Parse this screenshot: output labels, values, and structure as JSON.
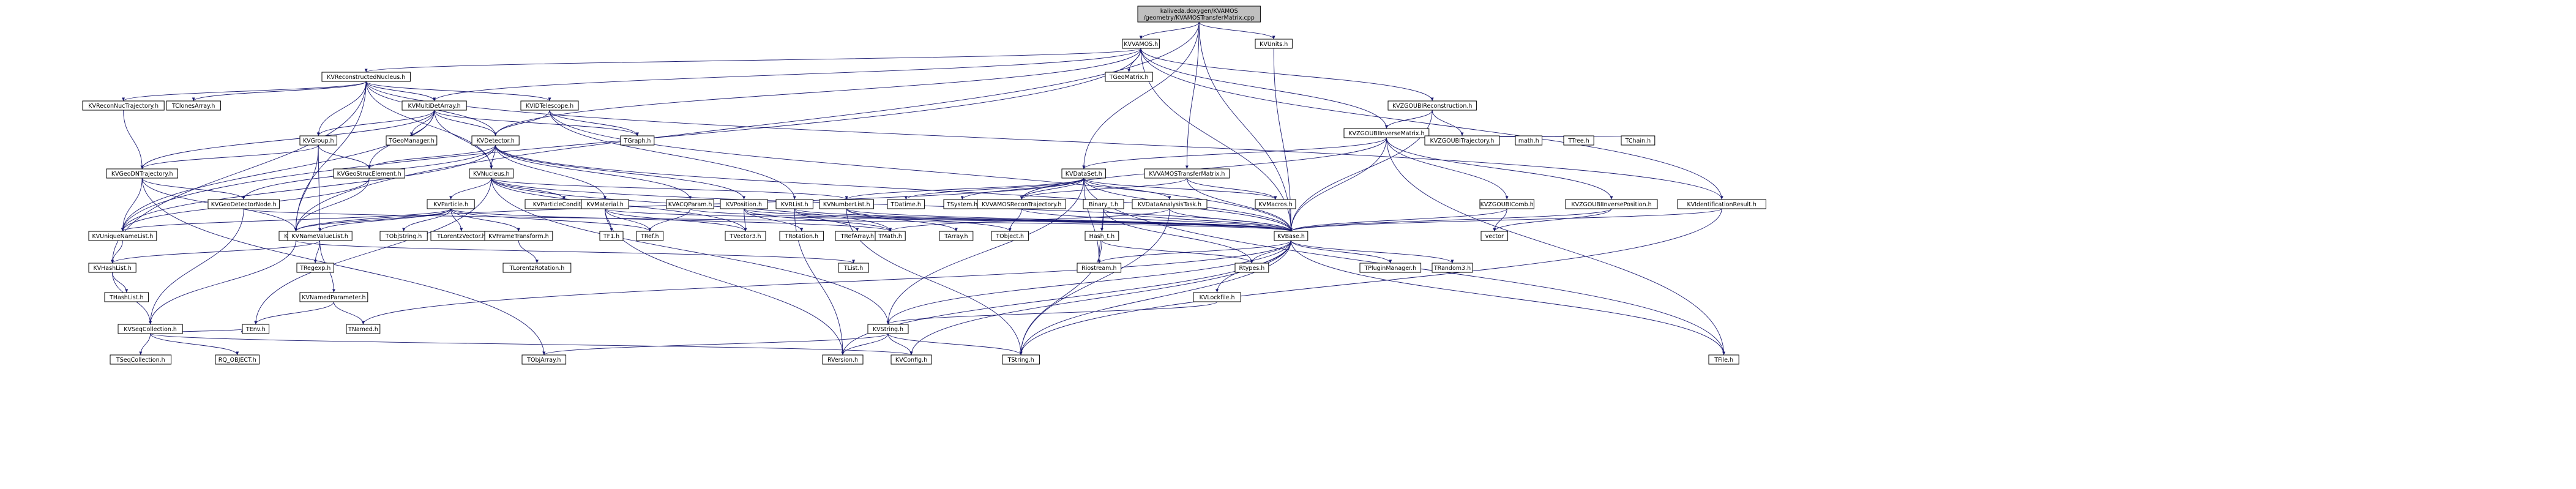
{
  "diagram": {
    "root": "kaliveda.doxygen/KVAMOS/geometry/KVAMOSTransferMatrix.cpp",
    "colors": {
      "edge": "#191970",
      "root_fill": "#bfbfbf",
      "node_fill": "#ffffff",
      "gray_text": "#6e6e6e"
    },
    "nodes": {
      "root": {
        "lines": [
          "kaliveda.doxygen/KVAMOS",
          "/geometry/KVAMOSTransferMatrix.cpp"
        ]
      },
      "kvamos": {
        "label": "KVVAMOS.h"
      },
      "kvunits": {
        "label": "KVUnits.h"
      },
      "recnuc": {
        "label": "KVReconstructedNucleus.h"
      },
      "tgeomatrix": {
        "label": "TGeoMatrix.h"
      },
      "zgrec": {
        "label": "KVZGOUBIReconstruction.h"
      },
      "recnuctraj": {
        "label": "KVReconNucTrajectory.h"
      },
      "tclones": {
        "label": "TClonesArray.h"
      },
      "multidet": {
        "label": "KVMultiDetArray.h"
      },
      "idtel": {
        "label": "KVIDTelescope.h"
      },
      "zginv": {
        "label": "KVZGOUBIInverseMatrix.h"
      },
      "kvgroup": {
        "label": "KVGroup.h"
      },
      "tgeomanager": {
        "label": "TGeoManager.h"
      },
      "kvdetector": {
        "label": "KVDetector.h"
      },
      "tgraph": {
        "label": "TGraph.h"
      },
      "mathh": {
        "label": "math.h"
      },
      "ttree": {
        "label": "TTree.h"
      },
      "tchain": {
        "label": "TChain.h"
      },
      "zgtraj": {
        "label": "KVZGOUBITrajectory.h"
      },
      "dataset": {
        "label": "KVDataSet.h"
      },
      "vtransfer": {
        "label": "KVVAMOSTransferMatrix.h"
      },
      "geontraj": {
        "label": "KVGeoDNTrajectory.h"
      },
      "geostruct": {
        "label": "KVGeoStrucElement.h"
      },
      "kvnucleus": {
        "label": "KVNucleus.h"
      },
      "geodetnode": {
        "label": "KVGeoDetectorNode.h"
      },
      "kvparticle": {
        "label": "KVParticle.h"
      },
      "partcond": {
        "label": "KVParticleCondition.h"
      },
      "material": {
        "label": "KVMaterial.h"
      },
      "acqparam": {
        "label": "KVACQParam.h"
      },
      "kvposition": {
        "label": "KVPosition.h"
      },
      "kvrlist": {
        "label": "KVRList.h"
      },
      "numberlist": {
        "label": "KVNumberList.h"
      },
      "tdatime": {
        "label": "TDatime.h"
      },
      "tsystem": {
        "label": "TSystem.h"
      },
      "vreconTraj": {
        "label": "KVVAMOSReconTrajectory.h"
      },
      "binary": {
        "label": "Binary_t.h"
      },
      "dataanalysis": {
        "label": "KVDataAnalysisTask.h"
      },
      "kvmacros": {
        "label": "KVMacros.h"
      },
      "zgcomb": {
        "label": "KVZGOUBIComb.h"
      },
      "zginvpos": {
        "label": "KVZGOUBIInversePosition.h"
      },
      "idresult": {
        "label": "KVIdentificationResult.h"
      },
      "uniquename": {
        "label": "KVUniqueNameList.h"
      },
      "kvlist": {
        "label": "KVList.h"
      },
      "namevalue": {
        "label": "KVNameValueList.h"
      },
      "tobjstring": {
        "label": "TObjString.h"
      },
      "tlorentz": {
        "label": "TLorentzVector.h"
      },
      "framet": {
        "label": "KVFrameTransform.h"
      },
      "tf1": {
        "label": "TF1.h"
      },
      "tref": {
        "label": "TRef.h"
      },
      "tvector3": {
        "label": "TVector3.h"
      },
      "trotation": {
        "label": "TRotation.h"
      },
      "trefarray": {
        "label": "TRefArray.h"
      },
      "tmath": {
        "label": "TMath.h"
      },
      "tarray": {
        "label": "TArray.h"
      },
      "tobject": {
        "label": "TObject.h"
      },
      "hasht": {
        "label": "Hash_t.h"
      },
      "kvbase": {
        "label": "KVBase.h"
      },
      "vector": {
        "label": "vector"
      },
      "hashlist": {
        "label": "KVHashList.h"
      },
      "tregexp": {
        "label": "TRegexp.h"
      },
      "nameparam": {
        "label": "KVNamedParameter.h"
      },
      "lorentzrot": {
        "label": "TLorentzRotation.h"
      },
      "tlist": {
        "label": "TList.h"
      },
      "riostream": {
        "label": "Riostream.h"
      },
      "rtypes": {
        "label": "Rtypes.h"
      },
      "pluginmgr": {
        "label": "TPluginManager.h"
      },
      "trandom3": {
        "label": "TRandom3.h"
      },
      "thashlist": {
        "label": "THashList.h"
      },
      "seqcoll": {
        "label": "KVSeqCollection.h"
      },
      "tenv": {
        "label": "TEnv.h"
      },
      "tnamed": {
        "label": "TNamed.h"
      },
      "lockfile": {
        "label": "KVLockfile.h"
      },
      "kvstring": {
        "label": "KVString.h"
      },
      "tseqcoll": {
        "label": "TSeqCollection.h"
      },
      "rqobject": {
        "label": "RQ_OBJECT.h"
      },
      "tobjarray": {
        "label": "TObjArray.h"
      },
      "rversion": {
        "label": "RVersion.h"
      },
      "kvconfig": {
        "label": "KVConfig.h"
      },
      "tstring": {
        "label": "TString.h"
      },
      "tfile": {
        "label": "TFile.h"
      }
    }
  }
}
